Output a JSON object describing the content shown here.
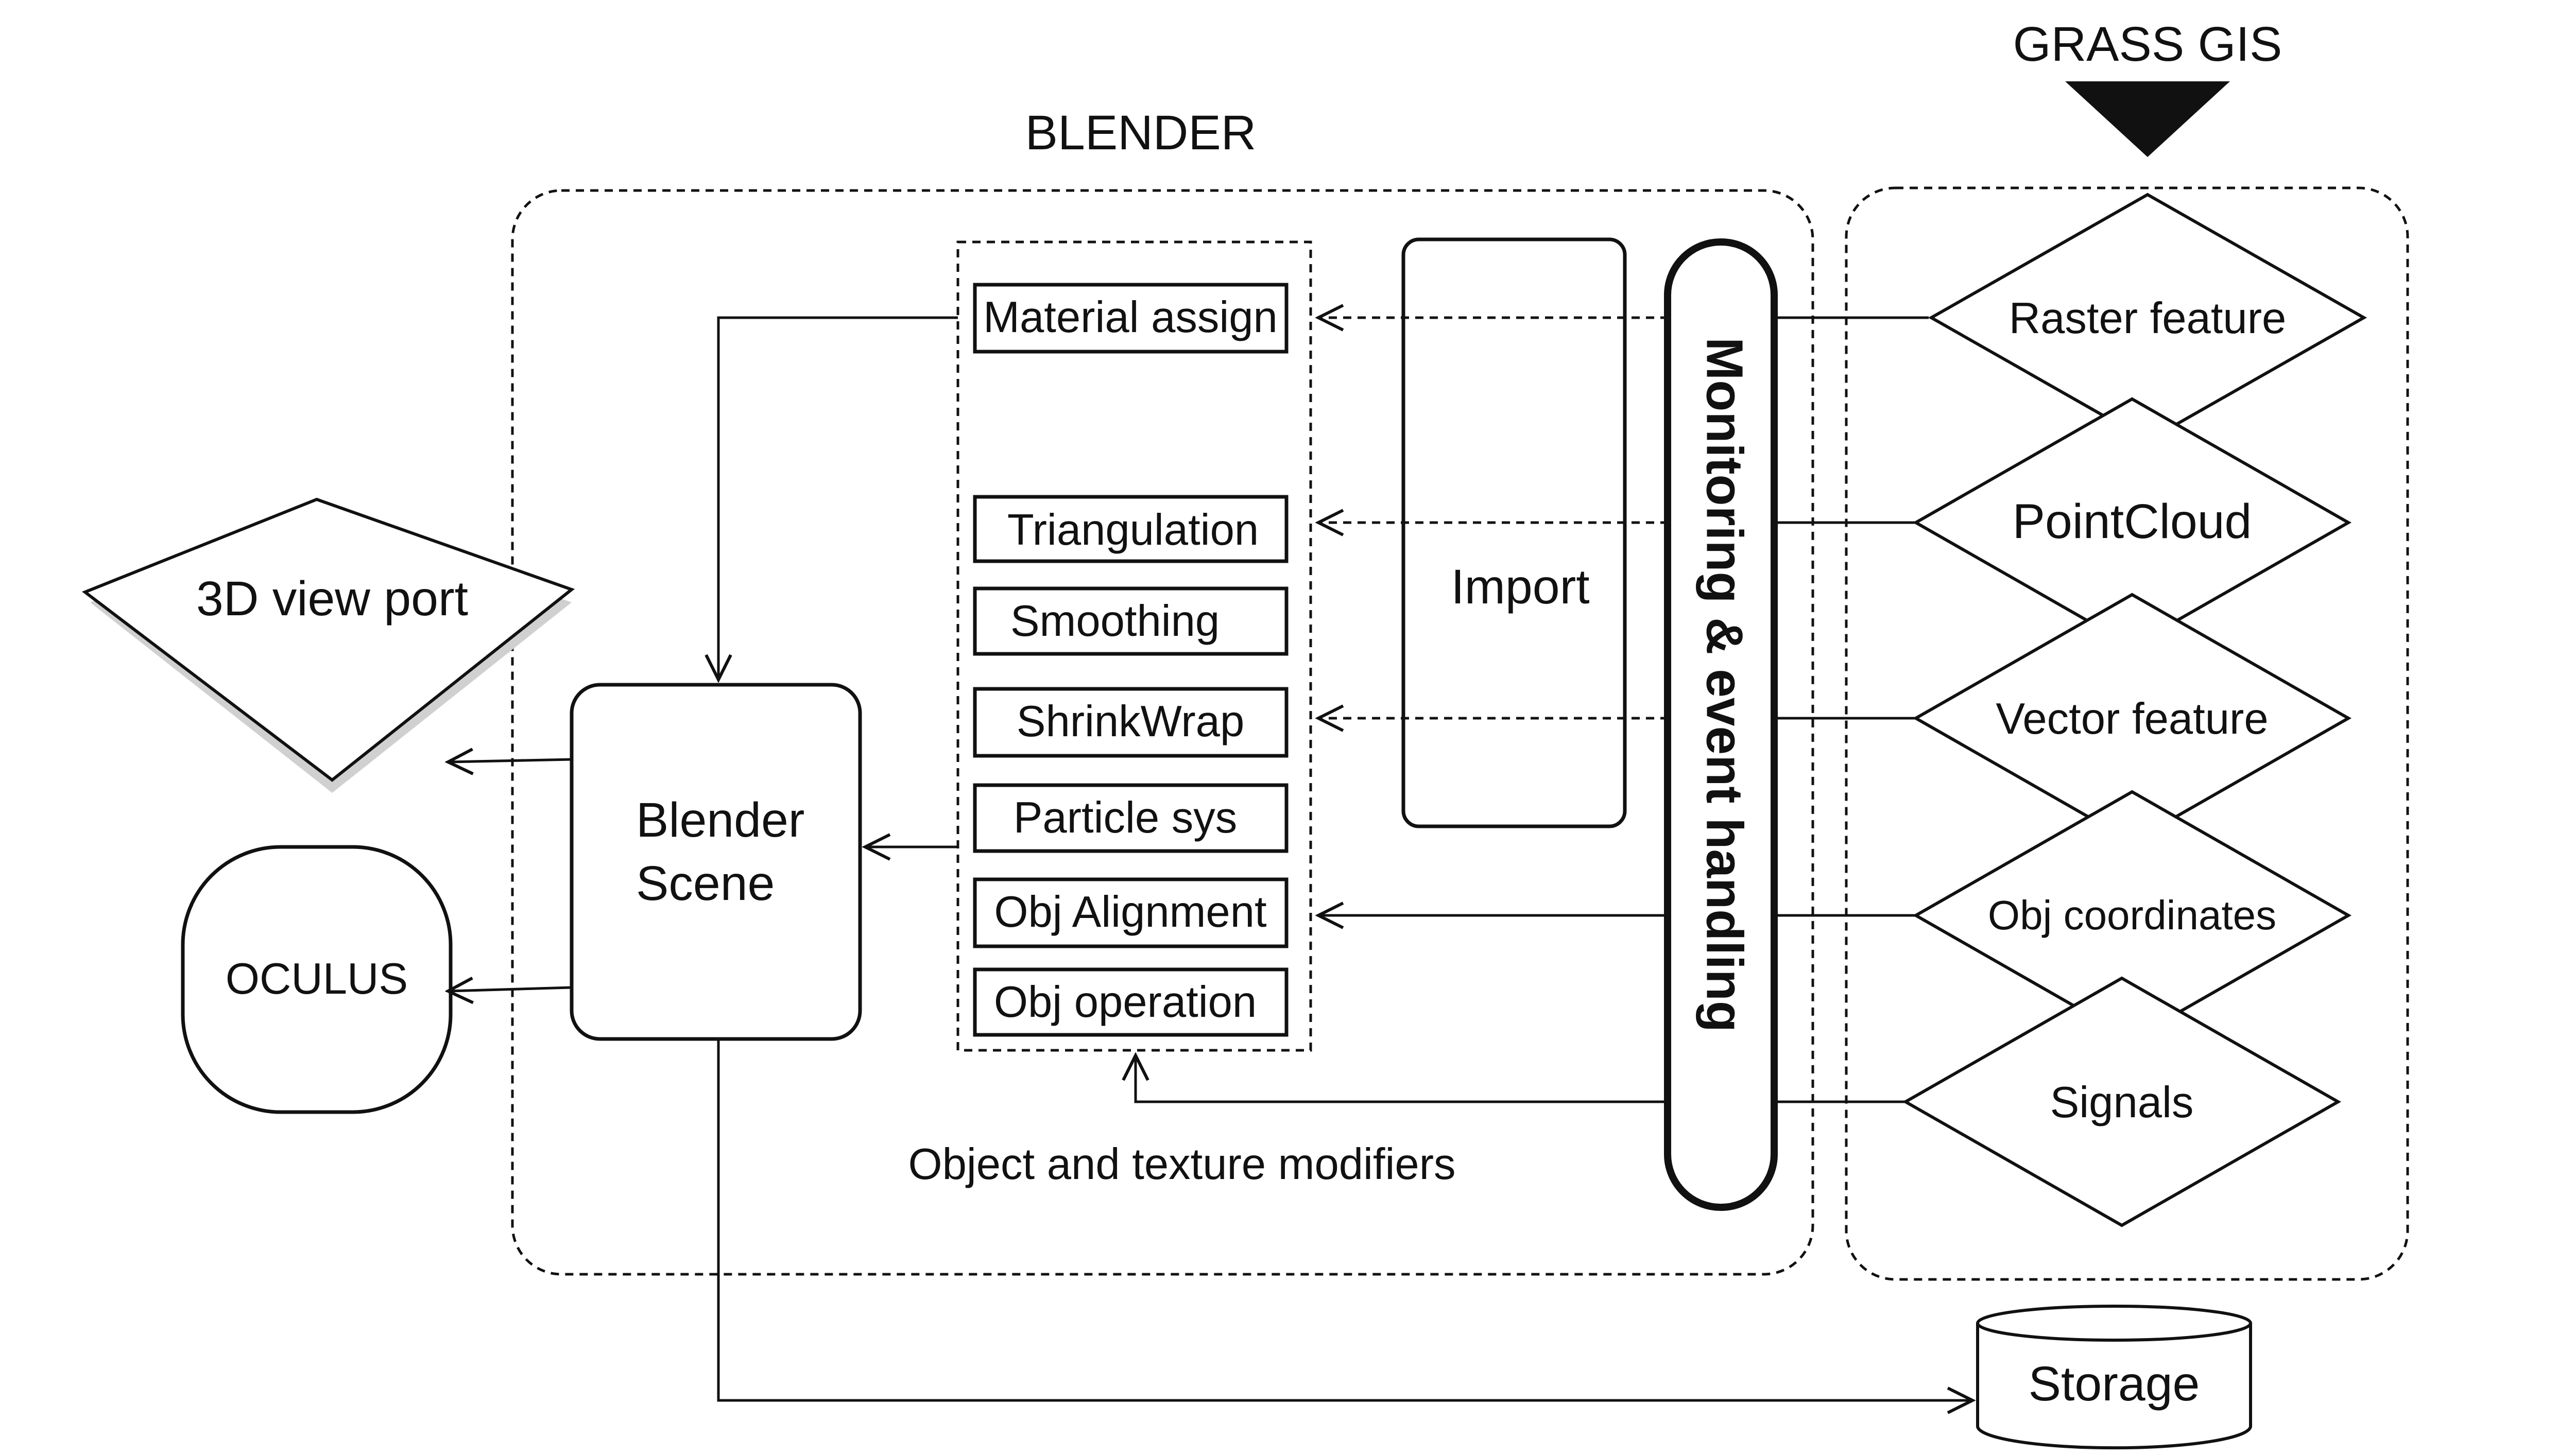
{
  "titles": {
    "grass": "GRASS GIS",
    "blender": "BLENDER",
    "modifiers": "Object and texture modifiers"
  },
  "modifiers": [
    "Material assign",
    "Triangulation",
    "Smoothing",
    "ShrinkWrap",
    "Particle sys",
    "Obj Alignment",
    "Obj operation"
  ],
  "grass_features": [
    "Raster feature",
    "PointCloud",
    "Vector feature",
    "Obj coordinates",
    "Signals"
  ],
  "import_label": "Import",
  "monitoring_label": "Monitoring  & event handling",
  "scene": {
    "line1": "Blender",
    "line2": "Scene"
  },
  "viewport_label": "3D view port",
  "oculus_label": "OCULUS",
  "storage_label": "Storage"
}
